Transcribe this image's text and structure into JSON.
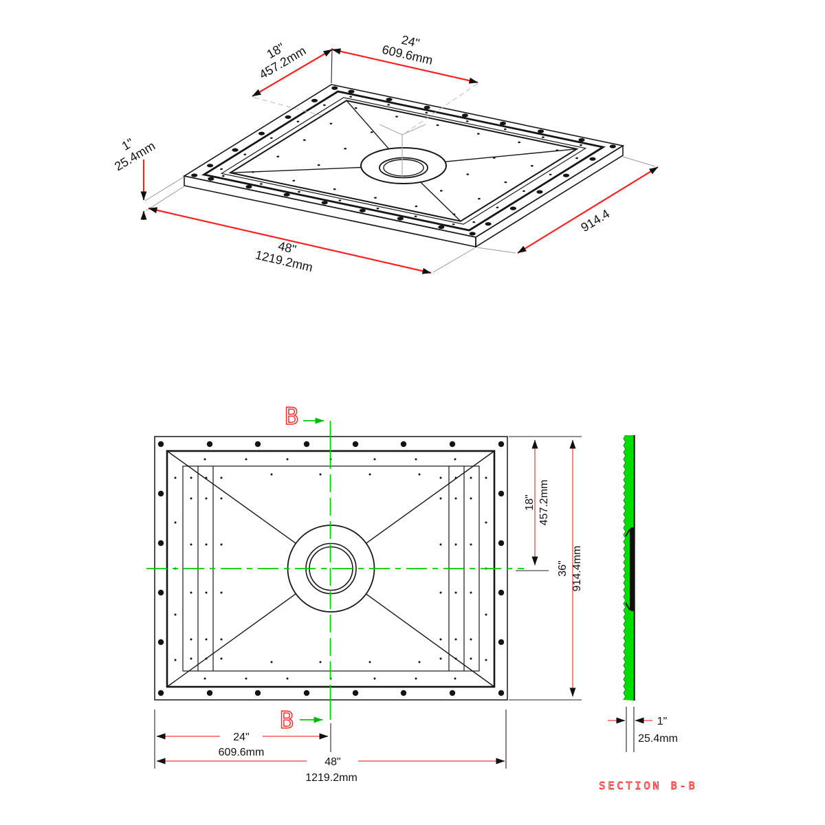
{
  "drawing": {
    "iso_view": {
      "dim_depth_half": {
        "in": "18\"",
        "mm": "457.2mm"
      },
      "dim_width_half": {
        "in": "24\"",
        "mm": "609.6mm"
      },
      "dim_thickness": {
        "in": "1\"",
        "mm": "25.4mm"
      },
      "dim_width": {
        "in": "48\"",
        "mm": "1219.2mm"
      },
      "dim_depth_mm": "914.4"
    },
    "plan_view": {
      "section_marker": "B",
      "dim_center_from_top": {
        "in": "18\"",
        "mm": "457.2mm"
      },
      "dim_height": {
        "in": "36\"",
        "mm": "914.4mm"
      },
      "dim_center_from_left": {
        "in": "24\"",
        "mm": "609.6mm"
      },
      "dim_width": {
        "in": "48\"",
        "mm": "1219.2mm"
      }
    },
    "section_view": {
      "title": "SECTION B-B",
      "dim_thickness": {
        "in": "1\"",
        "mm": "25.4mm"
      }
    },
    "colors": {
      "iso_dimension_red": "#ff2020",
      "plan_dimension_red": "#fa7070",
      "section_fill_green": "#00dd00",
      "centerline_green": "#00cc00",
      "label_red": "#ff2222",
      "line_black": "#161616"
    }
  }
}
